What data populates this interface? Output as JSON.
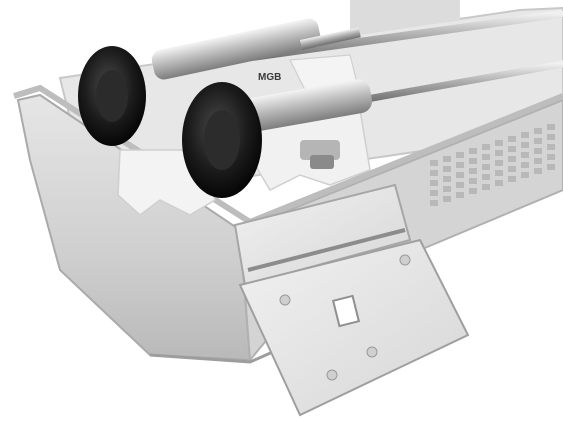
{
  "scene": {
    "subject": "sterilization-tray-with-endoscopes",
    "style": "grayscale-photo"
  },
  "engravings": {
    "scope_marking": "MGB"
  },
  "colors": {
    "background": "#ffffff",
    "tray_plastic": "#d8d8d8",
    "tray_edge": "#bdbdbd",
    "metal_light": "#e3e3e3",
    "metal_dark": "#8c8c8c",
    "eyepiece": "#151515",
    "holder": "#f2f2f2",
    "lid": "#e9e9e9"
  }
}
